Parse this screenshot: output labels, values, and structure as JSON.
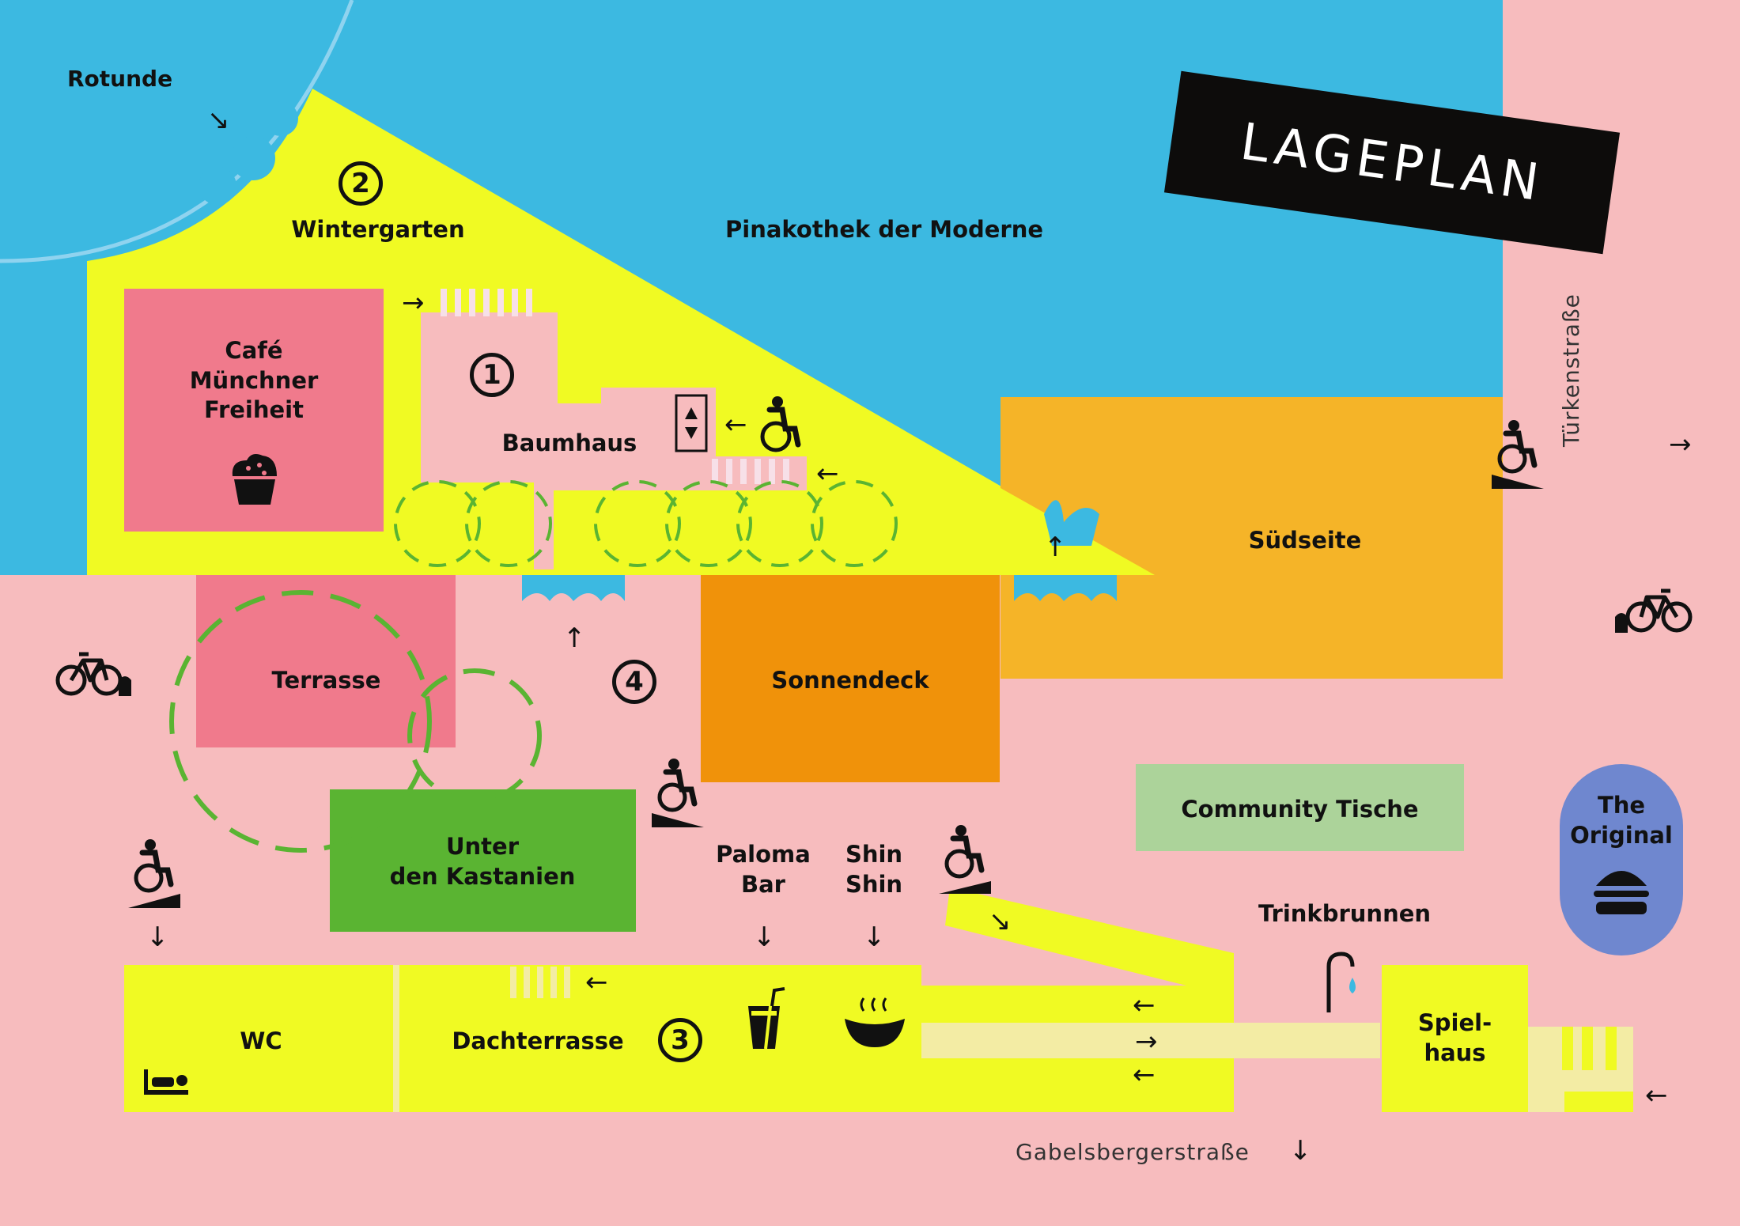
{
  "title": "LAGEPLAN",
  "colors": {
    "background": "#f7bcbe",
    "museum_blue": "#3cb9e1",
    "yellow": "#f0fa23",
    "pink_block": "#f07a8c",
    "orange_light": "#f5b428",
    "orange": "#f0920a",
    "green": "#5ab432",
    "community_green": "#acd39a",
    "blob_blue": "#6f87cf",
    "label_black": "#0d0c0b"
  },
  "buildings": {
    "rotunde": "Rotunde",
    "pinakothek": "Pinakothek der Moderne"
  },
  "areas": {
    "wintergarten": "Wintergarten",
    "cafe": "Café\nMünchner\nFreiheit",
    "baumhaus": "Baumhaus",
    "suedseite": "Südseite",
    "terrasse": "Terrasse",
    "sonnendeck": "Sonnendeck",
    "unter_den_kastanien": "Unter\nden Kastanien",
    "community": "Community Tische",
    "the_original": "The\nOriginal",
    "paloma": "Paloma\nBar",
    "shin": "Shin\nShin",
    "trinkbrunnen": "Trinkbrunnen",
    "wc": "WC",
    "dachterrasse": "Dachterrasse",
    "spielhaus": "Spiel-\nhaus"
  },
  "numbers": {
    "n1": "1",
    "n2": "2",
    "n3": "3",
    "n4": "4"
  },
  "streets": {
    "tuerkenstrasse": "Türkenstraße",
    "gabelsberger": "Gabelsbergerstraße"
  },
  "arrows": {
    "right": "→",
    "left": "←",
    "up": "↑",
    "down": "↓",
    "down_right": "↘"
  },
  "icons": {
    "wheelchair": "wheelchair-icon",
    "bicycle": "bicycle-icon",
    "cupcake": "cupcake-icon",
    "burger": "burger-icon",
    "drink": "drink-icon",
    "bowl": "bowl-icon",
    "fountain": "fountain-icon",
    "elevator": "elevator-icon",
    "baby_changing": "baby-changing-icon"
  }
}
